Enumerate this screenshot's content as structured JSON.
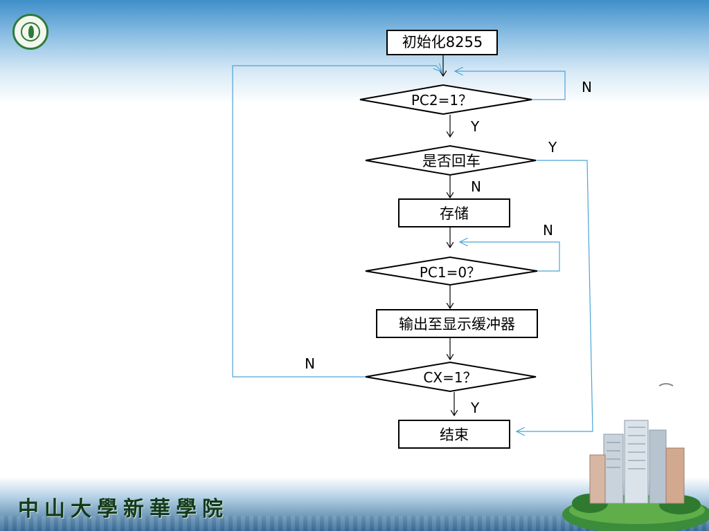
{
  "brand": {
    "school_name": "中山大學新華學院",
    "logo_icon": "school-emblem-icon"
  },
  "colors": {
    "loop_line": "#4aa3d6",
    "main_line": "#000000",
    "header_band": "#3f8fc9"
  },
  "flowchart": {
    "init": "初始化8255",
    "pc2_check": "PC2=1？",
    "enter_check": "是否回车",
    "store": "存储",
    "pc1_check": "PC1=0？",
    "output": "输出至显示缓冲器",
    "cx_check": "CX=1？",
    "end": "结束",
    "label_pc2_no": "N",
    "label_pc2_yes": "Y",
    "label_enter_yes": "Y",
    "label_enter_no": "N",
    "label_pc1_no": "N",
    "label_cx_no": "N",
    "label_cx_yes": "Y"
  }
}
